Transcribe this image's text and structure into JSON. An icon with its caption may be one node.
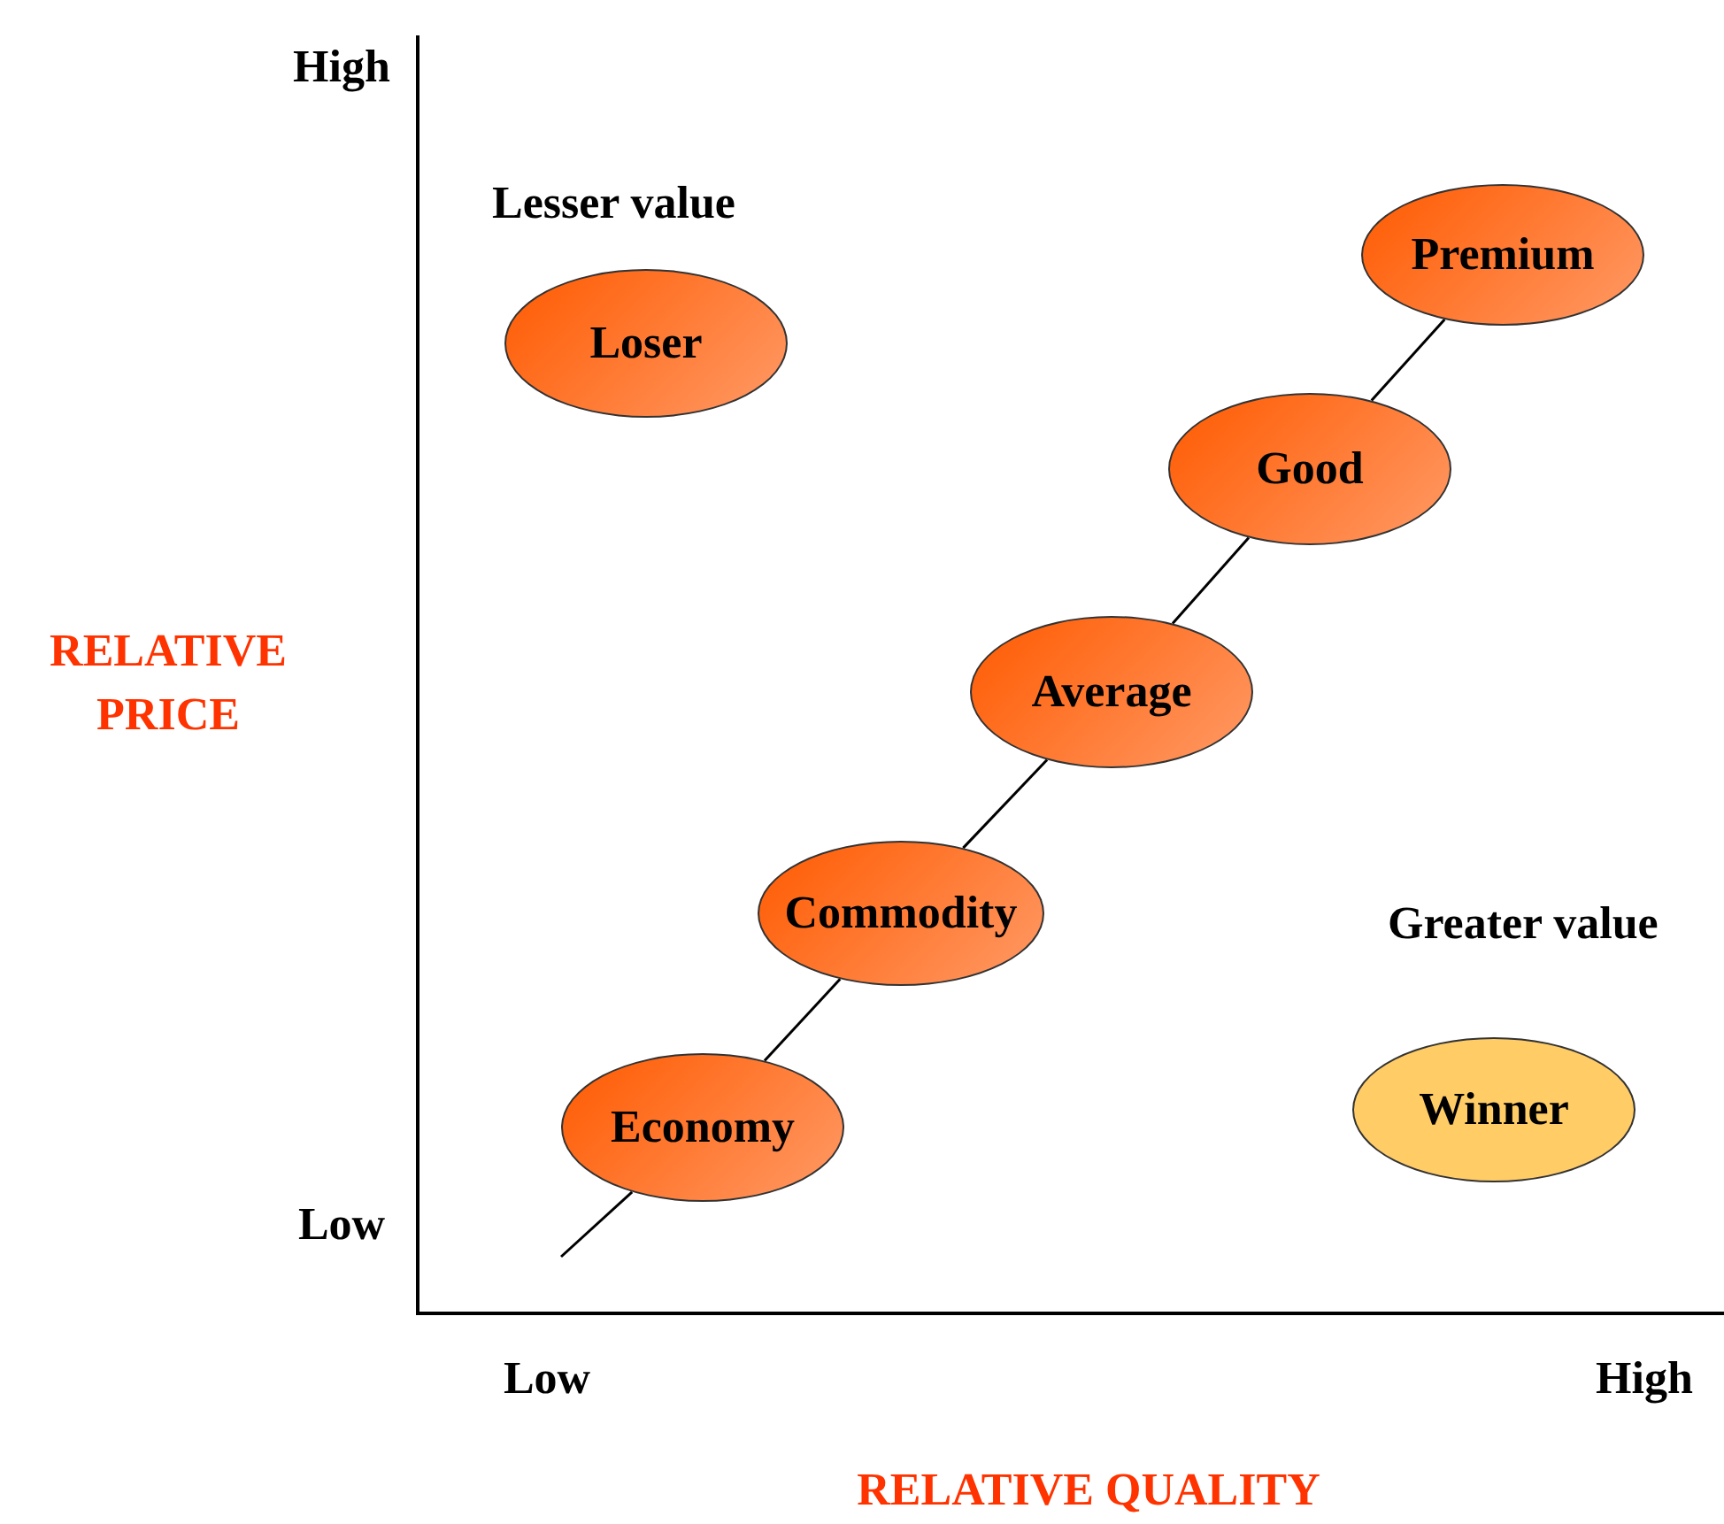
{
  "diagram": {
    "nodes": [
      {
        "text": [
          "Premium"
        ]
      },
      {
        "text": [
          "Loser"
        ],
        "beside": [
          "Lesser value"
        ]
      },
      {
        "text": [
          "Good"
        ]
      },
      {
        "text": [
          "Average"
        ]
      },
      {
        "text": [
          "Commodity"
        ]
      },
      {
        "text": [
          "Winner"
        ],
        "beside": [
          "Greater value"
        ]
      },
      {
        "text": [
          "Economy"
        ]
      }
    ],
    "edges": [
      {
        "from": null,
        "to": 6,
        "arrow": "none"
      },
      {
        "from": 6,
        "to": 4,
        "arrow": "none"
      },
      {
        "from": 4,
        "to": 3,
        "arrow": "none"
      },
      {
        "from": 3,
        "to": 2,
        "arrow": "none"
      },
      {
        "from": 2,
        "to": 0,
        "arrow": "none"
      }
    ],
    "labels": [
      "High",
      "RELATIVE PRICE",
      "Low",
      "Low",
      "High",
      "RELATIVE QUALITY"
    ]
  }
}
